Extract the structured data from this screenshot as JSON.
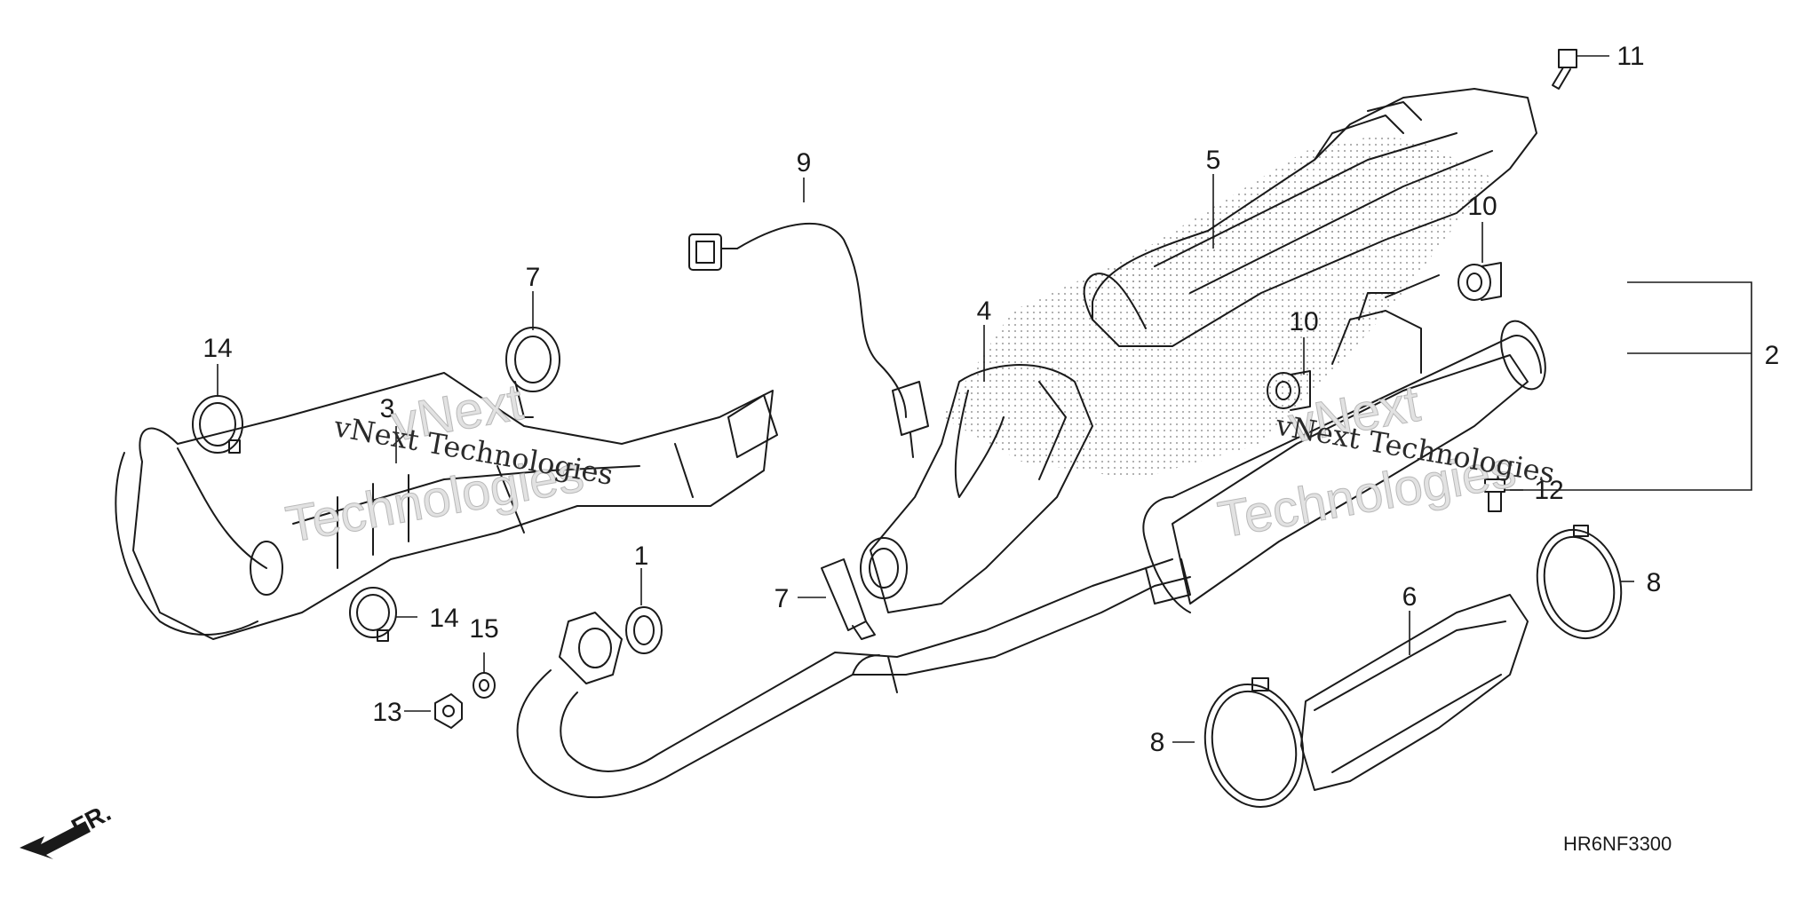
{
  "diagram": {
    "diagram_code": "HR6NF3300",
    "front_indicator": "FR.",
    "watermark": {
      "company": "vNext Technologies",
      "word_a": "vNext",
      "word_b": "Technologies"
    },
    "callouts": {
      "c1": "1",
      "c2": "2",
      "c3": "3",
      "c4": "4",
      "c5": "5",
      "c6": "6",
      "c7a": "7",
      "c7b": "7",
      "c8a": "8",
      "c8b": "8",
      "c9": "9",
      "c10a": "10",
      "c10b": "10",
      "c11": "11",
      "c12": "12",
      "c13": "13",
      "c14a": "14",
      "c14b": "14",
      "c15": "15"
    },
    "colors": {
      "line": "#1a1a1a",
      "stipple": "#9a9a9a",
      "background": "#ffffff"
    }
  }
}
